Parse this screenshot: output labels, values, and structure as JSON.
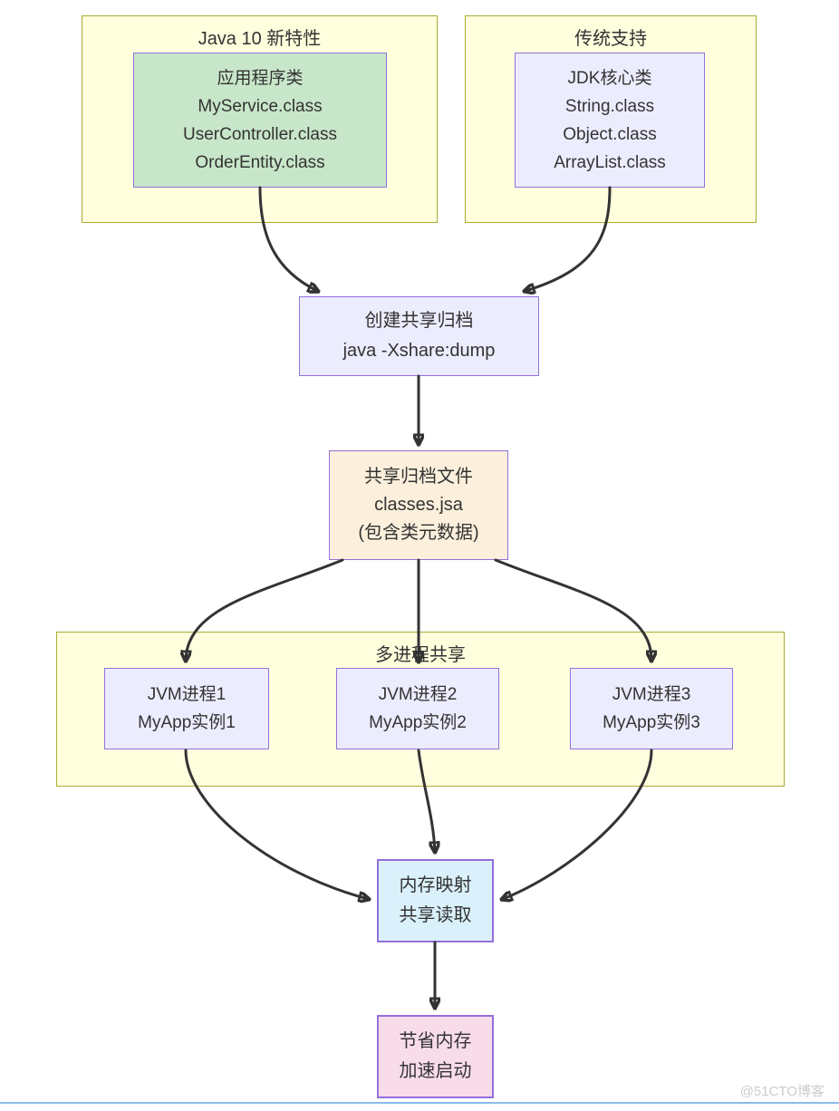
{
  "groups": {
    "java10": {
      "title": "Java 10 新特性"
    },
    "traditional": {
      "title": "传统支持"
    },
    "multiprocess": {
      "title": "多进程共享"
    }
  },
  "nodes": {
    "app_classes": {
      "lines": [
        "应用程序类",
        "MyService.class",
        "UserController.class",
        "OrderEntity.class"
      ]
    },
    "jdk_classes": {
      "lines": [
        "JDK核心类",
        "String.class",
        "Object.class",
        "ArrayList.class"
      ]
    },
    "create_archive": {
      "lines": [
        "创建共享归档",
        "java -Xshare:dump"
      ]
    },
    "archive_file": {
      "lines": [
        "共享归档文件",
        "classes.jsa",
        "(包含类元数据)"
      ]
    },
    "jvm1": {
      "lines": [
        "JVM进程1",
        "MyApp实例1"
      ]
    },
    "jvm2": {
      "lines": [
        "JVM进程2",
        "MyApp实例2"
      ]
    },
    "jvm3": {
      "lines": [
        "JVM进程3",
        "MyApp实例3"
      ]
    },
    "memory_map": {
      "lines": [
        "内存映射",
        "共享读取"
      ]
    },
    "benefit": {
      "lines": [
        "节省内存",
        "加速启动"
      ]
    }
  },
  "colors": {
    "group_fill": "#ffffde",
    "group_border": "#aaaa33",
    "node_border": "#9370db",
    "lavender_fill": "#ececff",
    "green_fill": "#c8e6c9",
    "peach_fill": "#fcf0dc",
    "blue_fill": "#daf1fb",
    "pink_fill": "#f9dcea",
    "edge_color": "#333333",
    "text_color": "#333333",
    "watermark_color": "#cccccc",
    "bottom_line_color": "#8abcea"
  },
  "watermark": "@51CTO博客"
}
